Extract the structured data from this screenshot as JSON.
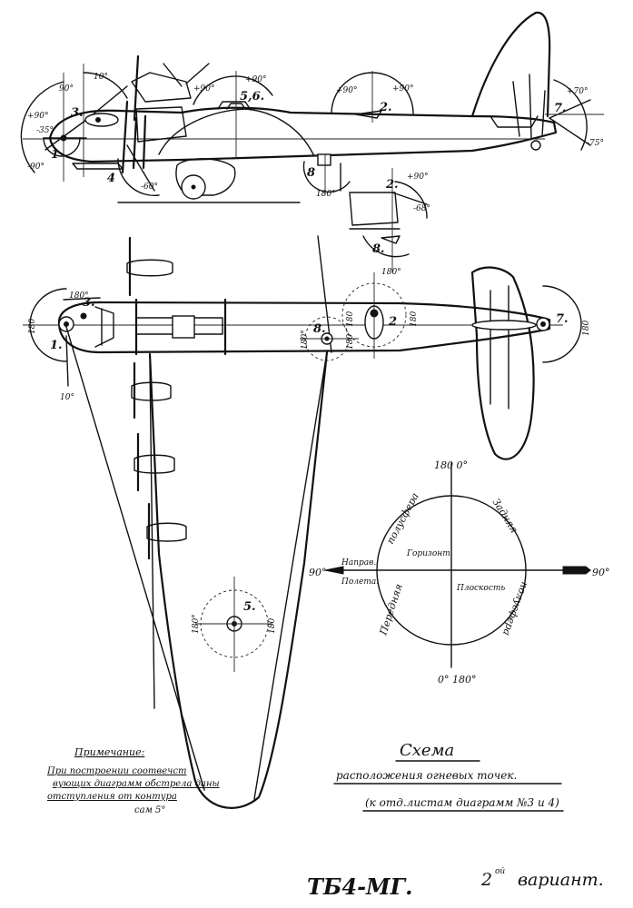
{
  "side_view": {
    "angles": {
      "a_plus90_left": "+90°",
      "a_minus35": "-35°",
      "a_minus90": "-90°",
      "a_10": "10°",
      "a_plus90_nose_top": "90°",
      "a_plus90_center": "+90°",
      "a_plus90_turret": "+90°",
      "a_minus60": "-60°",
      "a_plus90_mid": "+90°",
      "a_plus90_mid_r": "+90°",
      "a_180_ventral": "180°",
      "a_plus70": "+70°",
      "a_minus75": "-75°"
    },
    "points": {
      "p1": "1",
      "p3": "3.",
      "p4": "4",
      "p56": "5,6.",
      "p2": "2.",
      "p8": "8",
      "p7": "7."
    }
  },
  "ventral_detail": {
    "p2": "2.",
    "p8": "8.",
    "a_plus90": "+90°",
    "a_minus68": "-68°",
    "a_180": "180°"
  },
  "plan_view": {
    "angles": {
      "a180_left": "180",
      "a180_top": "180°",
      "a10_bottom": "10°",
      "a180_gun8_left": "180°",
      "a180_gun8_right": "180",
      "a180_gun2_left": "180",
      "a180_gun2_right": "180",
      "a180_tail": "180",
      "a180_gun5_left": "180°",
      "a180_gun5_right": "180"
    },
    "points": {
      "p1": "1.",
      "p3": "3.",
      "p8": "8.",
      "p2": "2",
      "p7": "7.",
      "p5": "5."
    }
  },
  "legend_circle": {
    "top": "180 0°",
    "bottom": "0° 180°",
    "left": "90°",
    "right": "90°",
    "arc_top_left": "полусфера",
    "arc_left": "Передняя",
    "arc_top_right": "Задняя",
    "arc_right": "полусфера",
    "label_horizon": "Горизонт.",
    "label_plane": "Плоскость",
    "label_dir1": "Направ.",
    "label_dir2": "Полета."
  },
  "note": {
    "heading": "Примечание:",
    "line1": "При построении соотвечст",
    "line2": "вующих диаграмм обстрела даны",
    "line3": "отступления от контура",
    "line4": "сам 5°"
  },
  "caption": {
    "title": "Схема",
    "line1": "расположения огневых точек.",
    "line2": "(к отд.листам диаграмм №3 и 4)"
  },
  "footer": {
    "model": "ТБ4-МГ.",
    "variant_sup": "ой",
    "variant_num": "2",
    "variant_word": "вариант."
  }
}
